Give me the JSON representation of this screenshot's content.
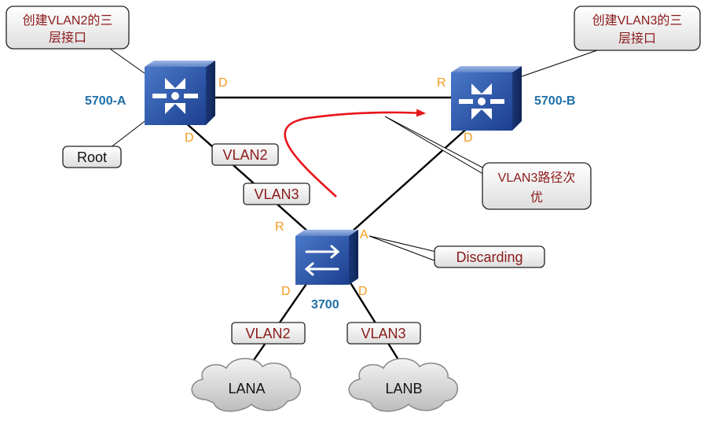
{
  "devices": {
    "switch_a": "5700-A",
    "switch_b": "5700-B",
    "access_switch": "3700"
  },
  "ports": {
    "a_right": "D",
    "a_bottom": "D",
    "b_left": "R",
    "b_bottom": "D",
    "access_top_left": "R",
    "access_top_right": "A",
    "access_bottom_left": "D",
    "access_bottom_right": "D"
  },
  "callouts": {
    "create_vlan2_line1": "创建VLAN2的三",
    "create_vlan2_line2": "层接口",
    "create_vlan3_line1": "创建VLAN3的三",
    "create_vlan3_line2": "层接口",
    "vlan3_path_line1": "VLAN3路径次",
    "vlan3_path_line2": "优"
  },
  "labels": {
    "root": "Root",
    "discarding": "Discarding",
    "vlan2_upper": "VLAN2",
    "vlan3_upper": "VLAN3",
    "vlan2_lower": "VLAN2",
    "vlan3_lower": "VLAN3",
    "lan_a": "LANA",
    "lan_b": "LANB"
  },
  "colors": {
    "device_blue": "#1f6fa8",
    "port_orange": "#f39a1e",
    "label_text": "#8b1a1a",
    "path_arrow": "#e8141b"
  },
  "icons": {
    "switch_a": "core-switch-icon",
    "switch_b": "core-switch-icon",
    "access_switch": "access-switch-icon",
    "lan_a": "cloud-icon",
    "lan_b": "cloud-icon"
  }
}
